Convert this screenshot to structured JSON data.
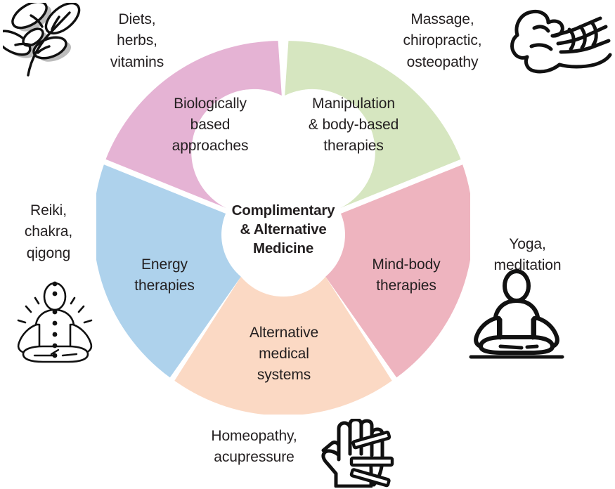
{
  "diagram": {
    "title": "Complimentary & Alternative Medicine",
    "type": "donut-wheel",
    "segment_count": 5,
    "background_color": "#ffffff",
    "text_color": "#231f20"
  },
  "center": {
    "line1": "Complimentary",
    "line2": "& Alternative",
    "line3": "Medicine",
    "fill": "#ffffff"
  },
  "segments": [
    {
      "id": "manipulation",
      "line1": "Manipulation",
      "line2": "& body-based",
      "line3": "therapies",
      "color": "#d6e6c0",
      "start_angle": 0,
      "end_angle": 72,
      "percent": 20
    },
    {
      "id": "mind-body",
      "line1": "Mind-body",
      "line2": "therapies",
      "line3": "",
      "color": "#eeb4bf",
      "start_angle": 72,
      "end_angle": 144,
      "percent": 20
    },
    {
      "id": "alternative-medical-systems",
      "line1": "Alternative",
      "line2": "medical",
      "line3": "systems",
      "color": "#fbd9c4",
      "start_angle": 144,
      "end_angle": 216,
      "percent": 20
    },
    {
      "id": "energy-therapies",
      "line1": "Energy",
      "line2": "therapies",
      "line3": "",
      "color": "#aed2ec",
      "start_angle": 216,
      "end_angle": 288,
      "percent": 20
    },
    {
      "id": "biologically-based-approaches",
      "line1": "Biologically",
      "line2": "based",
      "line3": "approaches",
      "color": "#e5b3d4",
      "start_angle": 288,
      "end_angle": 360,
      "percent": 20
    }
  ],
  "outer_labels": [
    {
      "id": "diets",
      "line1": "Diets,",
      "line2": "herbs,",
      "line3": "vitamins",
      "icon": "leaf-branch-icon",
      "for_segment": "biologically-based-approaches"
    },
    {
      "id": "massage",
      "line1": "Massage,",
      "line2": "chiropractic,",
      "line3": "osteopathy",
      "icon": "massage-hands-icon",
      "for_segment": "manipulation"
    },
    {
      "id": "yoga",
      "line1": "Yoga,",
      "line2": "meditation",
      "line3": "",
      "icon": "lotus-pose-icon",
      "for_segment": "mind-body"
    },
    {
      "id": "homeopathy",
      "line1": "Homeopathy,",
      "line2": "acupressure",
      "line3": "",
      "icon": "acupressure-hand-icon",
      "for_segment": "alternative-medical-systems"
    },
    {
      "id": "reiki",
      "line1": "Reiki,",
      "line2": "chakra,",
      "line3": "qigong",
      "icon": "chakra-figure-icon",
      "for_segment": "energy-therapies"
    }
  ],
  "chart_data": {
    "type": "pie",
    "title": "Complimentary & Alternative Medicine",
    "categories": [
      "Manipulation & body-based therapies",
      "Mind-body therapies",
      "Alternative medical systems",
      "Energy therapies",
      "Biologically based approaches"
    ],
    "values": [
      20,
      20,
      20,
      20,
      20
    ],
    "colors": [
      "#d6e6c0",
      "#eeb4bf",
      "#fbd9c4",
      "#aed2ec",
      "#e5b3d4"
    ],
    "annotations": [
      "Massage, chiropractic, osteopathy",
      "Yoga, meditation",
      "Homeopathy, acupressure",
      "Reiki, chakra, qigong",
      "Diets, herbs, vitamins"
    ],
    "legend": "none",
    "grid": false,
    "donut_hole_ratio": 0.295
  }
}
